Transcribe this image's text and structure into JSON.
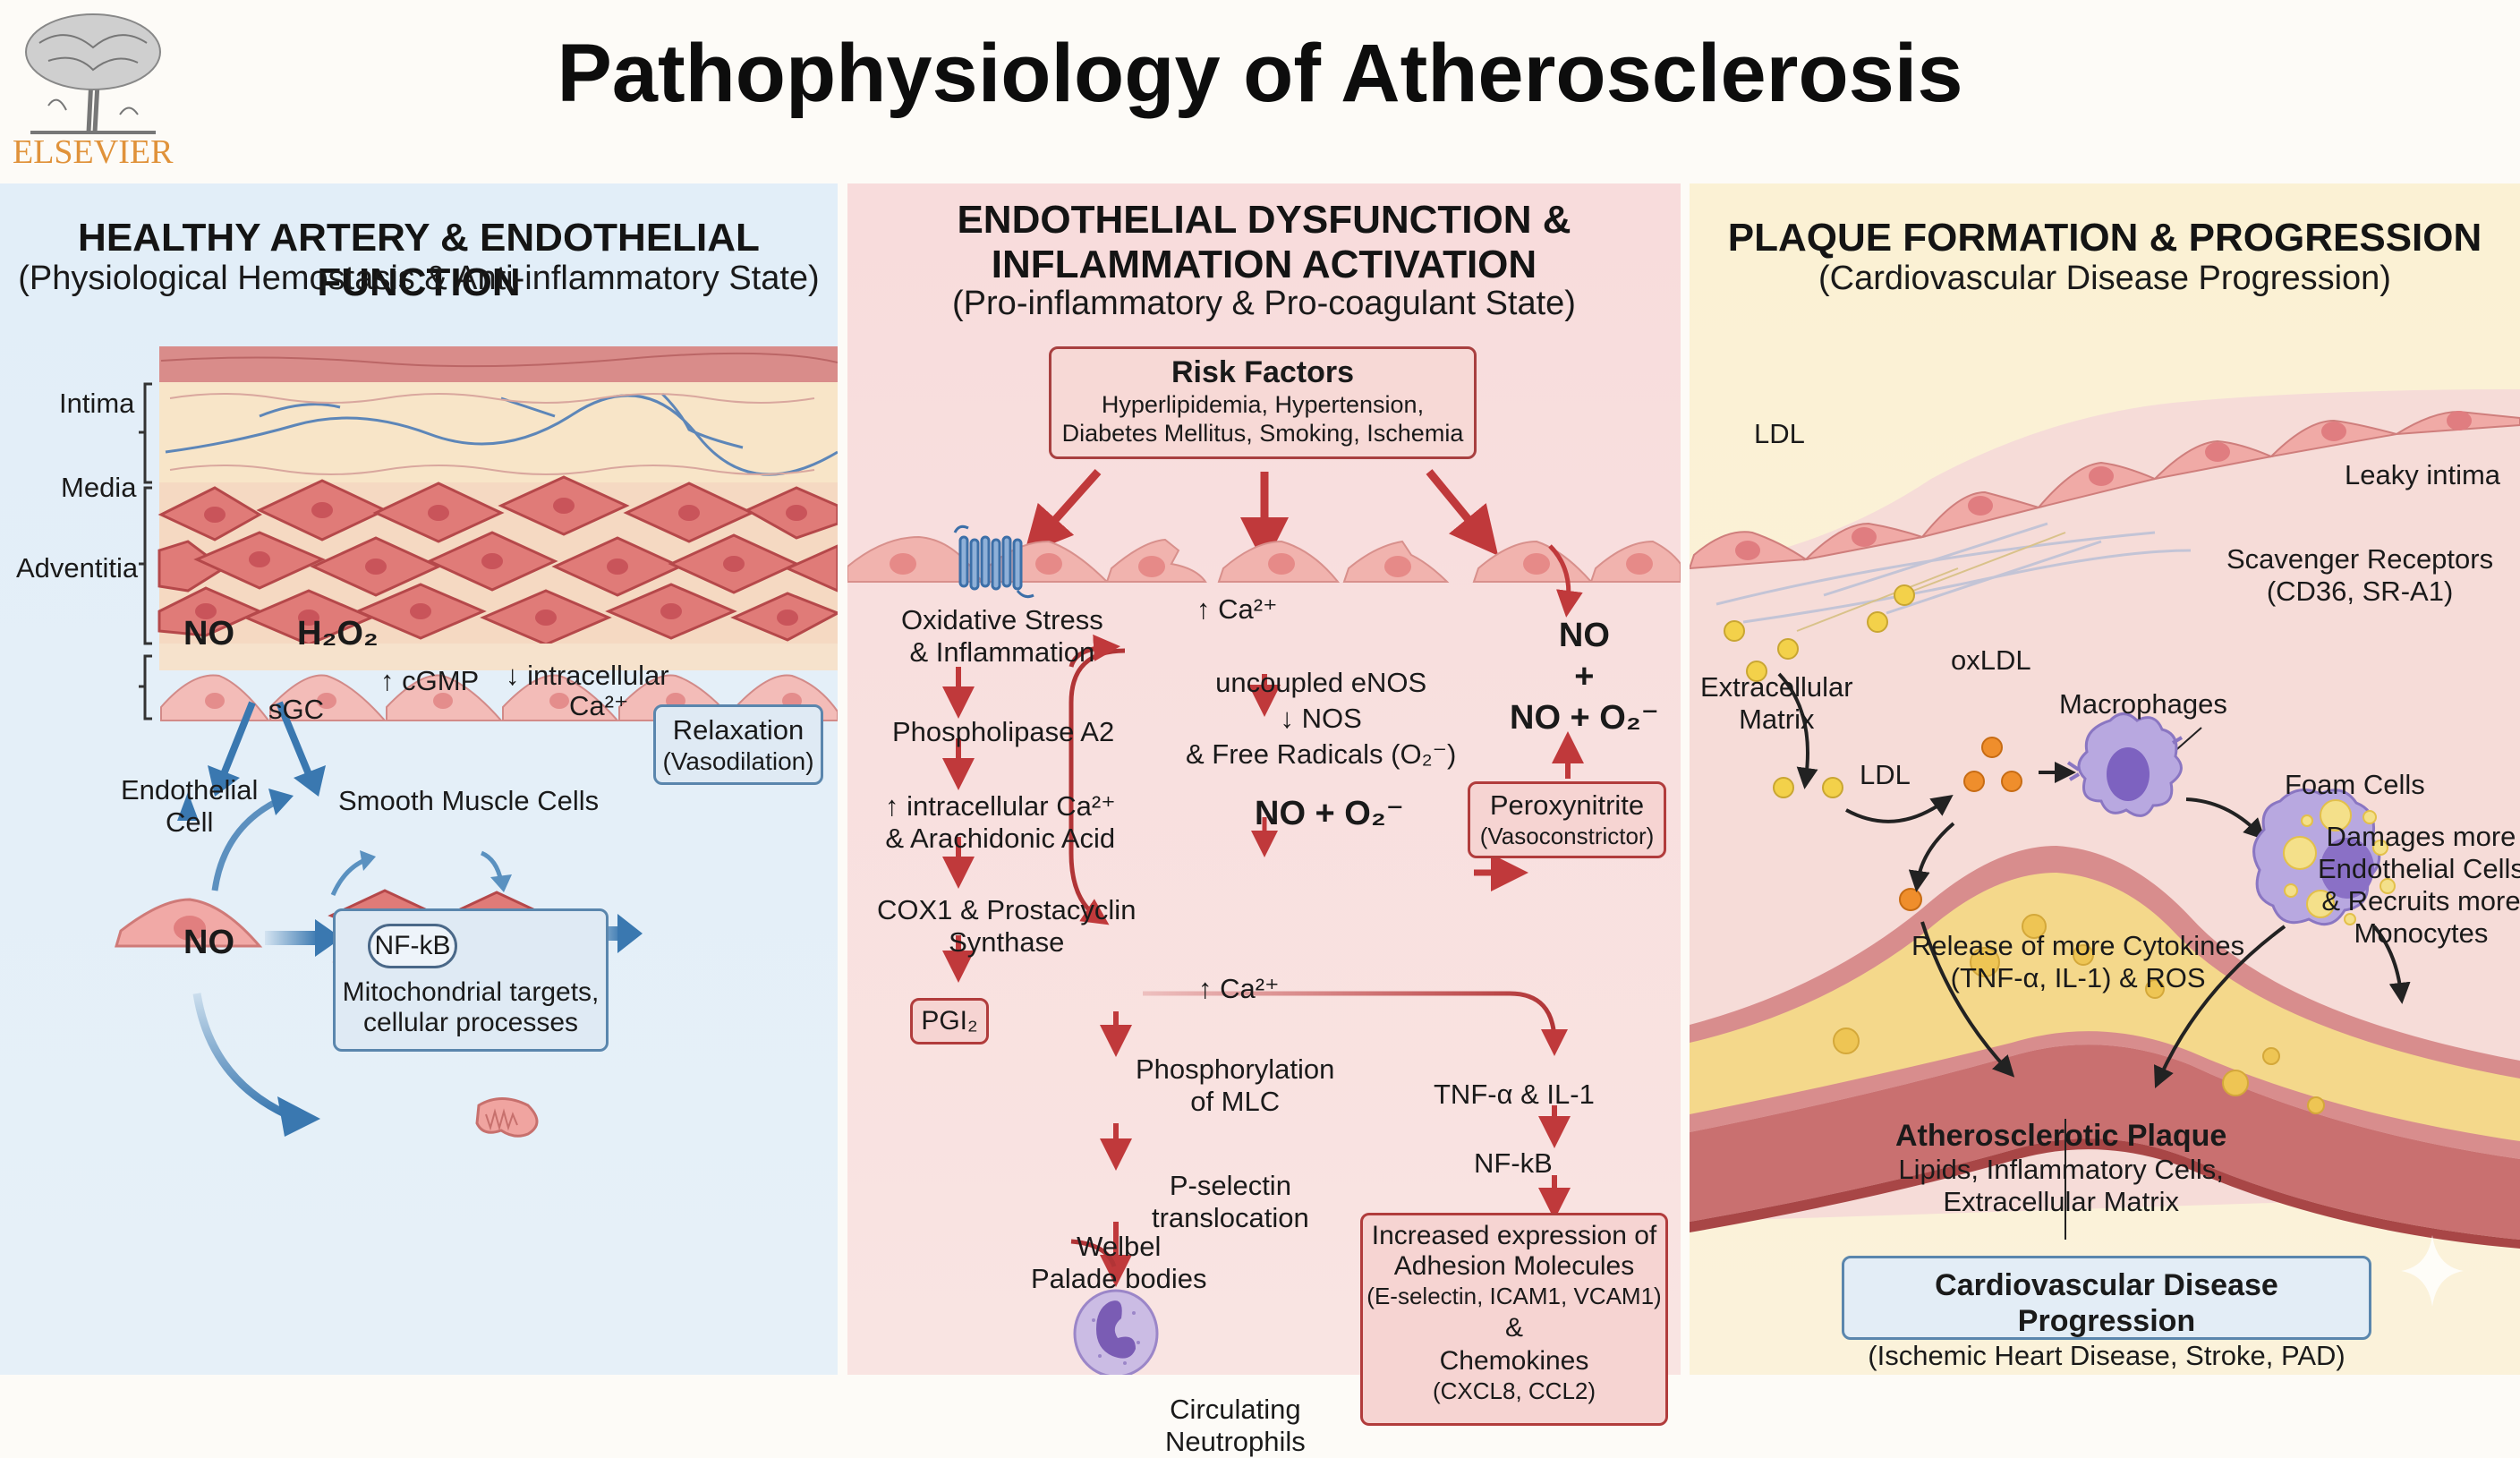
{
  "header": {
    "title": "Pathophysiology of Atherosclerosis",
    "logo_text": "ELSEVIER"
  },
  "colors": {
    "blue_arrow": "#3a78b0",
    "red_arrow": "#c0393b",
    "panel_left_bg": "#e4eff8",
    "panel_mid_bg": "#f8dfdd",
    "panel_right_bg": "#fbf1d6",
    "logo_orange": "#e0923a"
  },
  "left_panel": {
    "heading": "HEALTHY ARTERY & ENDOTHELIAL FUNCTION",
    "subheading": "(Physiological Hemostasis & Anti-inflammatory State)",
    "layers": [
      "Intima",
      "Media",
      "Adventitia"
    ],
    "no_top": "NO",
    "h2o2": "H₂O₂",
    "sgc": "sGC",
    "cgmp": "↑ cGMP",
    "intracellular": "↓ intracellular",
    "ca": "Ca²⁺",
    "endothelial_cell": [
      "Endothelial",
      "Cell"
    ],
    "smooth_muscle": "Smooth Muscle Cells",
    "relaxation": "Relaxation",
    "vasodilation": "(Vasodilation)",
    "no_bottom": "NO",
    "nfkb": "NF-kB",
    "mito_text": [
      "Mitochondrial targets,",
      "cellular processes"
    ]
  },
  "middle_panel": {
    "heading": [
      "ENDOTHELIAL DYSFUNCTION &",
      "INFLAMMATION ACTIVATION"
    ],
    "subheading": "(Pro-inflammatory & Pro-coagulant State)",
    "risk_title": "Risk Factors",
    "risk_lines": [
      "Hyperlipidemia, Hypertension,",
      "Diabetes Mellitus, Smoking, Ischemia"
    ],
    "left_chain": [
      [
        "Oxidative Stress",
        "& Inflammation"
      ],
      [
        "Phospholipase A2"
      ],
      [
        "↑ intracellular Ca²⁺",
        "& Arachidonic Acid"
      ],
      [
        "COX1 & Prostacyclin",
        "Synthase"
      ]
    ],
    "pgi2": "PGI₂",
    "ca_top": "↑ Ca²⁺",
    "uncoupled": [
      "uncoupled eNOS",
      "↓ NOS",
      "& Free Radicals (O₂⁻)"
    ],
    "no_o2": "NO  +  O₂⁻",
    "peroxynitrite": "Peroxynitrite",
    "vasoconstrictor": "(Vasoconstrictor)",
    "no_right": [
      "NO",
      "+",
      "NO + O₂⁻"
    ],
    "ca_bottom": "↑ Ca²⁺",
    "phosphorylation": [
      "Phosphorylation",
      "of MLC"
    ],
    "pselectin": [
      "P-selectin",
      "translocation"
    ],
    "weibel": [
      "Welbel",
      "Palade bodies"
    ],
    "neutrophils": [
      "Circulating",
      "Neutrophils"
    ],
    "tnf": "TNF-α & IL-1",
    "nfkb": "NF-kB",
    "adhesion_box": [
      "Increased expression of",
      "Adhesion Molecules",
      "(E-selectin, ICAM1, VCAM1)",
      "&",
      "Chemokines",
      "(CXCL8, CCL2)"
    ]
  },
  "right_panel": {
    "heading": "PLAQUE FORMATION & PROGRESSION",
    "subheading": "(Cardiovascular Disease Progression)",
    "ldl_top": "LDL",
    "leaky_intima": "Leaky intima",
    "scavenger": [
      "Scavenger Receptors",
      "(CD36, SR-A1)"
    ],
    "ecm": [
      "Extracellular",
      "Matrix"
    ],
    "oxldl": "oxLDL",
    "macrophages": "Macrophages",
    "foam_cells": "Foam Cells",
    "ldl_bottom": "LDL",
    "damages": [
      "Damages more",
      "Endothelial Cells",
      "& Recruits more",
      "Monocytes"
    ],
    "release": [
      "Release of more Cytokines",
      "(TNF-α, IL-1) & ROS"
    ],
    "plaque_title": "Atherosclerotic Plaque",
    "plaque_lines": [
      "Lipids, Inflammatory Cells,",
      "Extracellular Matrix"
    ],
    "cvd_title": "Cardiovascular Disease Progression",
    "cvd_sub": "(Ischemic Heart Disease, Stroke, PAD)"
  }
}
